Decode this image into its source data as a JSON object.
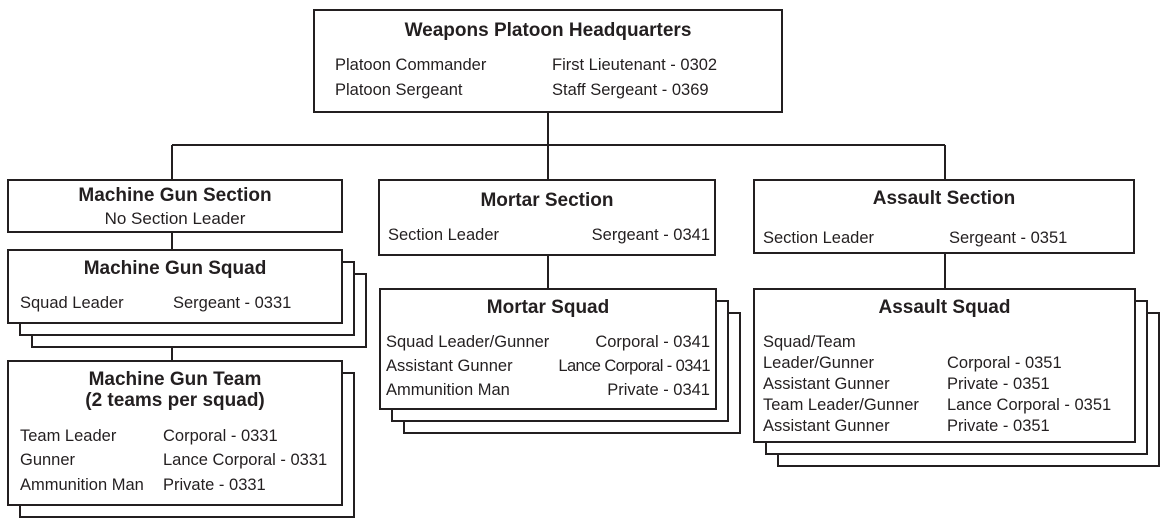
{
  "headquarters": {
    "title": "Weapons Platoon Headquarters",
    "rows": [
      {
        "role": "Platoon Commander",
        "rank": "First Lieutenant - 0302"
      },
      {
        "role": "Platoon Sergeant",
        "rank": "Staff Sergeant - 0369"
      }
    ]
  },
  "machine_gun_section": {
    "title": "Machine Gun Section",
    "subtitle": "No Section Leader"
  },
  "machine_gun_squad": {
    "title": "Machine Gun Squad",
    "rows": [
      {
        "role": "Squad Leader",
        "rank": "Sergeant - 0331"
      }
    ]
  },
  "machine_gun_team": {
    "title_line1": "Machine Gun Team",
    "title_line2": "(2 teams per squad)",
    "rows": [
      {
        "role": "Team Leader",
        "rank": "Corporal - 0331"
      },
      {
        "role": "Gunner",
        "rank": "Lance Corporal - 0331"
      },
      {
        "role": "Ammunition Man",
        "rank": "Private - 0331"
      }
    ]
  },
  "mortar_section": {
    "title": "Mortar Section",
    "rows": [
      {
        "role": "Section Leader",
        "rank": "Sergeant - 0341"
      }
    ]
  },
  "mortar_squad": {
    "title": "Mortar Squad",
    "rows": [
      {
        "role": "Squad Leader/Gunner",
        "rank": "Corporal - 0341"
      },
      {
        "role": "Assistant Gunner",
        "rank": "Lance Corporal - 0341"
      },
      {
        "role": "Ammunition Man",
        "rank": "Private - 0341"
      }
    ]
  },
  "assault_section": {
    "title": "Assault Section",
    "rows": [
      {
        "role": "Section Leader",
        "rank": "Sergeant - 0351"
      }
    ]
  },
  "assault_squad": {
    "title": "Assault Squad",
    "rows": [
      {
        "role": "Squad/Team",
        "rank": ""
      },
      {
        "role": "Leader/Gunner",
        "rank": "Corporal - 0351"
      },
      {
        "role": "Assistant Gunner",
        "rank": "Private - 0351"
      },
      {
        "role": "Team Leader/Gunner",
        "rank": "Lance Corporal - 0351"
      },
      {
        "role": "Assistant Gunner",
        "rank": "Private - 0351"
      }
    ]
  }
}
